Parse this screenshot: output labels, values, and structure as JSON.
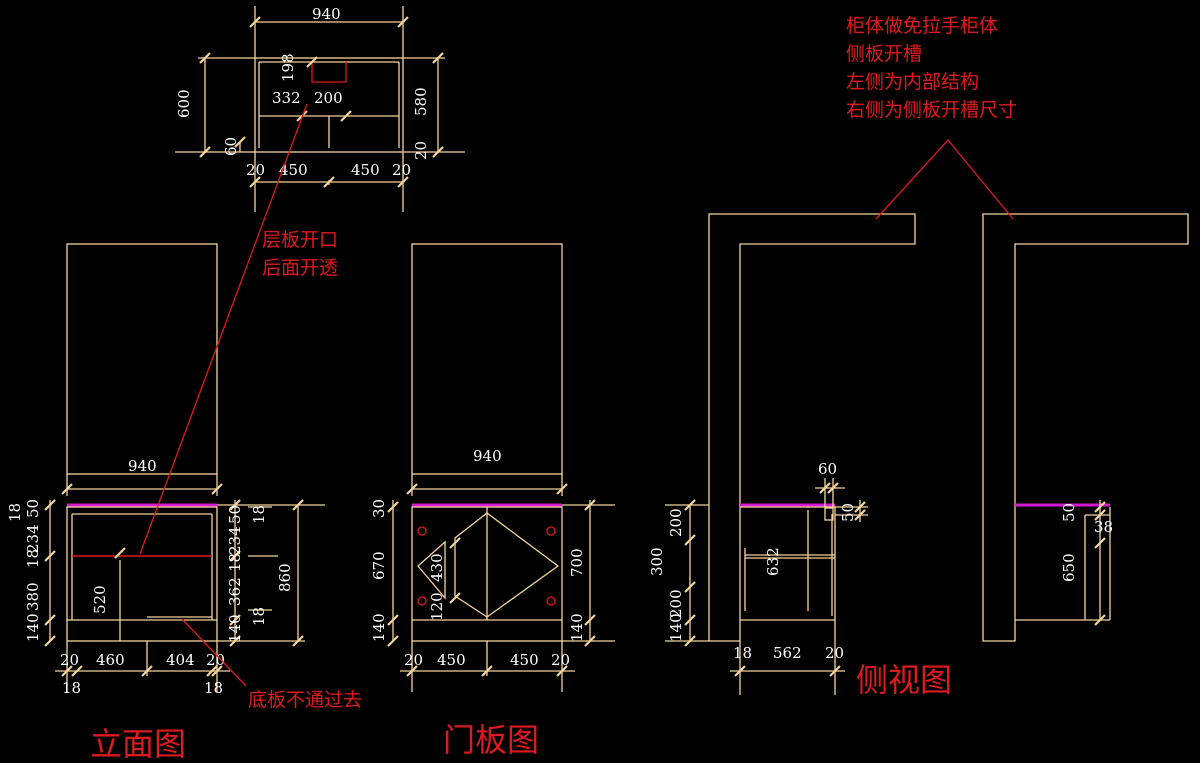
{
  "annotations": {
    "top_note_lines": [
      "柜体做免拉手柜体",
      "侧板开槽",
      "左侧为内部结构",
      "右侧为侧板开槽尺寸"
    ],
    "shelf_note_lines": [
      "层板开口",
      "后面开透"
    ],
    "bottom_note": "底板不通过去"
  },
  "titles": {
    "elevation": "立面图",
    "door_panel": "门板图",
    "side_view": "侧视图"
  },
  "plan_dims": {
    "width_top": "940",
    "depth_left": "600",
    "depth_right": "580",
    "inner_a": "198",
    "inner_b": "332",
    "inner_c": "200",
    "left_small": "60",
    "right_small": "20",
    "bottom_1": "20",
    "bottom_2": "450",
    "bottom_3": "450",
    "bottom_4": "20"
  },
  "elevation_dims": {
    "width_top": "940",
    "left_18": "18",
    "left_50": "50",
    "left_234": "234",
    "left_18b": "18",
    "left_380": "380",
    "left_140": "140",
    "right_50": "50",
    "right_18": "18",
    "right_234": "234",
    "right_18b": "18",
    "right_362": "362",
    "right_18c": "18",
    "right_140": "140",
    "right_860": "860",
    "inner_520": "520",
    "bottom_20a": "20",
    "bottom_460": "460",
    "bottom_404": "404",
    "bottom_20b": "20",
    "bottom_18a": "18",
    "bottom_18b": "18"
  },
  "door_dims": {
    "width_top": "940",
    "left_30": "30",
    "left_670": "670",
    "left_140": "140",
    "inner_430": "430",
    "inner_120": "120",
    "right_700": "700",
    "right_140": "140",
    "bottom_20a": "20",
    "bottom_450a": "450",
    "bottom_450b": "450",
    "bottom_20b": "20"
  },
  "side_dims": {
    "top_60": "60",
    "right_50": "50",
    "left_200a": "200",
    "left_300": "300",
    "left_200b": "200",
    "left_140": "140",
    "inner_632": "632",
    "bottom_18": "18",
    "bottom_562": "562",
    "bottom_20": "20",
    "slot_50": "50",
    "slot_38": "38",
    "slot_650": "650"
  },
  "colors": {
    "line": "#f4d49b",
    "red": "#e0191e",
    "magenta": "#d21bd2",
    "text": "#ffffff",
    "background": "#000000"
  }
}
